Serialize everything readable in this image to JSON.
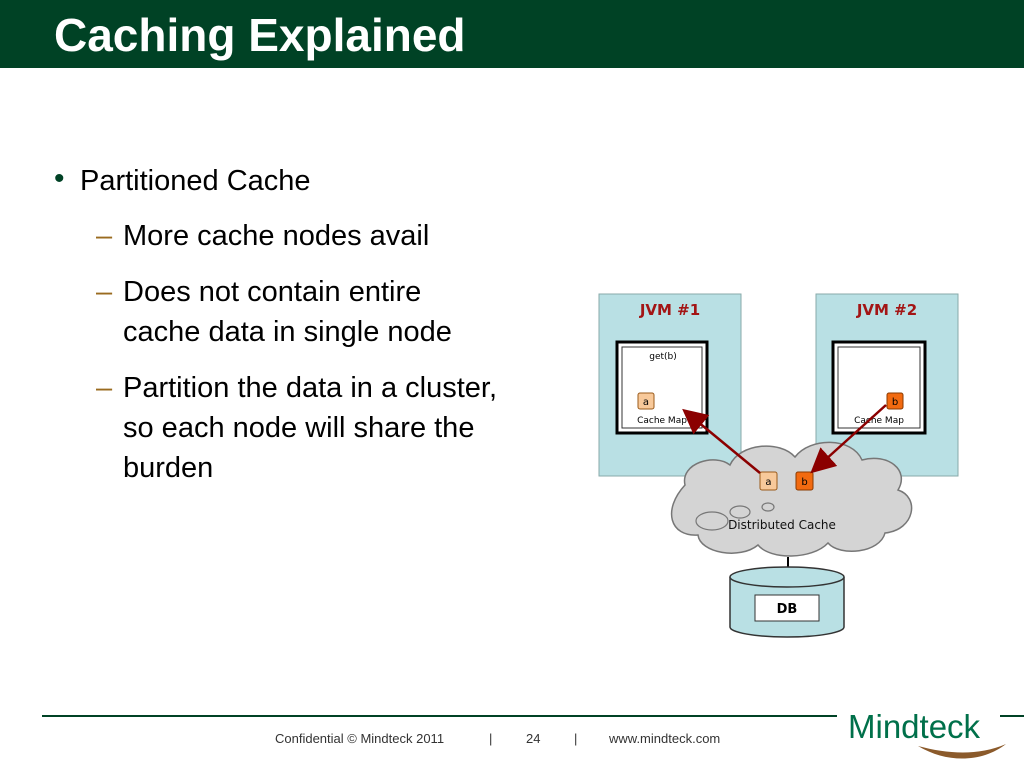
{
  "slide": {
    "title": "Caching Explained",
    "bullets": {
      "main": "Partitioned Cache",
      "sub": [
        "More cache nodes avail",
        "Does not contain entire\ncache data in single node",
        "Partition the data in a cluster,\nso each node will share the\nburden"
      ],
      "dash": "–",
      "dot": "•"
    }
  },
  "diagram": {
    "jvm1_label": "JVM #1",
    "jvm2_label": "JVM #2",
    "get_label": "get(b)",
    "cache_map_label": "Cache Map",
    "item_a": "a",
    "item_b": "b",
    "distributed_cache_label": "Distributed Cache",
    "db_label": "DB"
  },
  "footer": {
    "confidential": "Confidential © Mindteck 2011",
    "separator": "|",
    "page_number": "24",
    "website": "www.mindteck.com"
  },
  "logo": {
    "text": "Mindteck"
  },
  "colors": {
    "title_bar": "#004225",
    "jvm_box": "#b9e0e4",
    "arrow": "#8b0000",
    "item_a": "#f8c99a",
    "item_b": "#f26a10"
  }
}
